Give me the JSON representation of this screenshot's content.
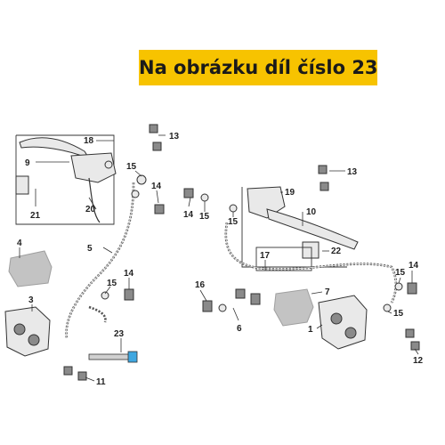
{
  "banner": {
    "text": "Na obrázku díl číslo 23",
    "color": "#f7c300"
  },
  "callouts": {
    "c1": "1",
    "c3": "3",
    "c4": "4",
    "c5": "5",
    "c6": "6",
    "c7": "7",
    "c9": "9",
    "c10": "10",
    "c11": "11",
    "c12": "12",
    "c13a": "13",
    "c13b": "13",
    "c14a": "14",
    "c14b": "14",
    "c14c": "14",
    "c14d": "14",
    "c15a": "15",
    "c15b": "15",
    "c15c": "15",
    "c15d": "15",
    "c15e": "15",
    "c15f": "15",
    "c16": "16",
    "c17": "17",
    "c18": "18",
    "c19": "19",
    "c20": "20",
    "c21": "21",
    "c22": "22",
    "c23": "23"
  },
  "highlight_color": "#3fa7e0"
}
